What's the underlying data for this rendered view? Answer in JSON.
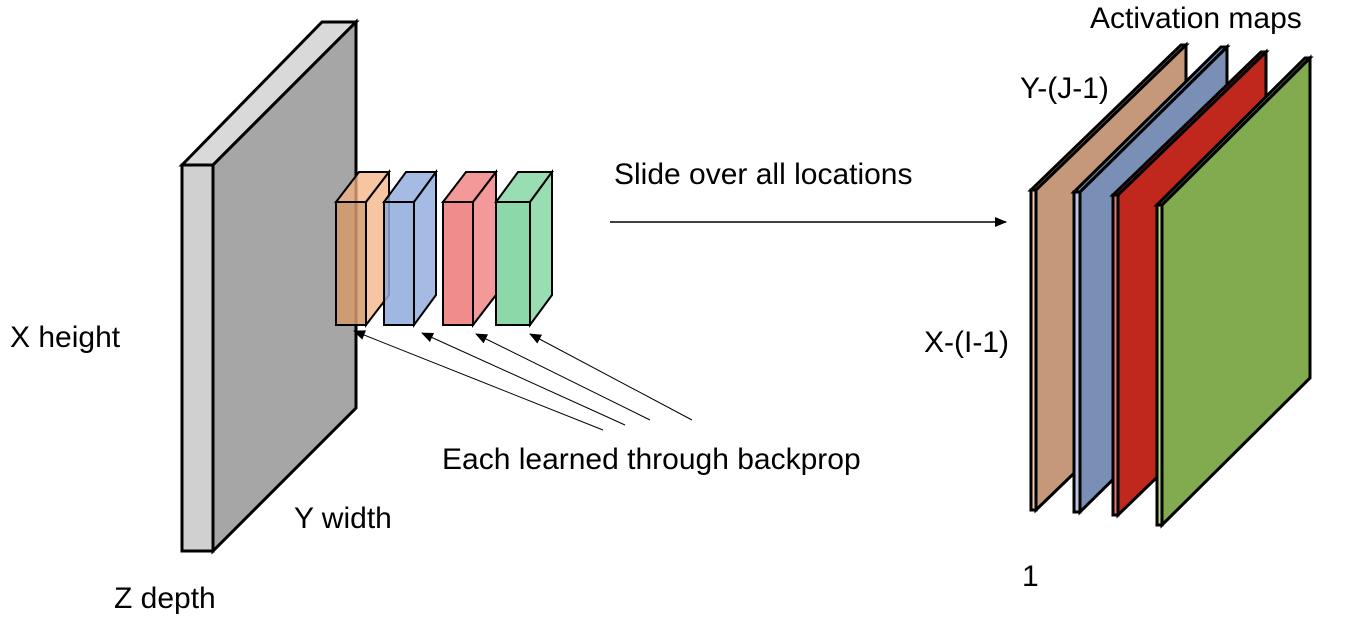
{
  "input_volume": {
    "height_label": "X height",
    "width_label": "Y width",
    "depth_label": "Z depth",
    "colors": {
      "front": "#a6a6a6",
      "side": "#d0d0d0",
      "top": "#d9d9d9"
    }
  },
  "filters": {
    "caption": "Each learned through backprop",
    "colors": [
      "#f4b183",
      "#8faadc",
      "#f08080",
      "#7fd4a0"
    ]
  },
  "arrow": {
    "label": "Slide over all locations"
  },
  "activation_maps": {
    "title": "Activation maps",
    "rows_label": "X-(I-1)",
    "cols_label": "Y-(J-1)",
    "depth_label": "1",
    "colors": [
      "#c5987a",
      "#7a8fb5",
      "#c0281e",
      "#82aa4e"
    ]
  }
}
